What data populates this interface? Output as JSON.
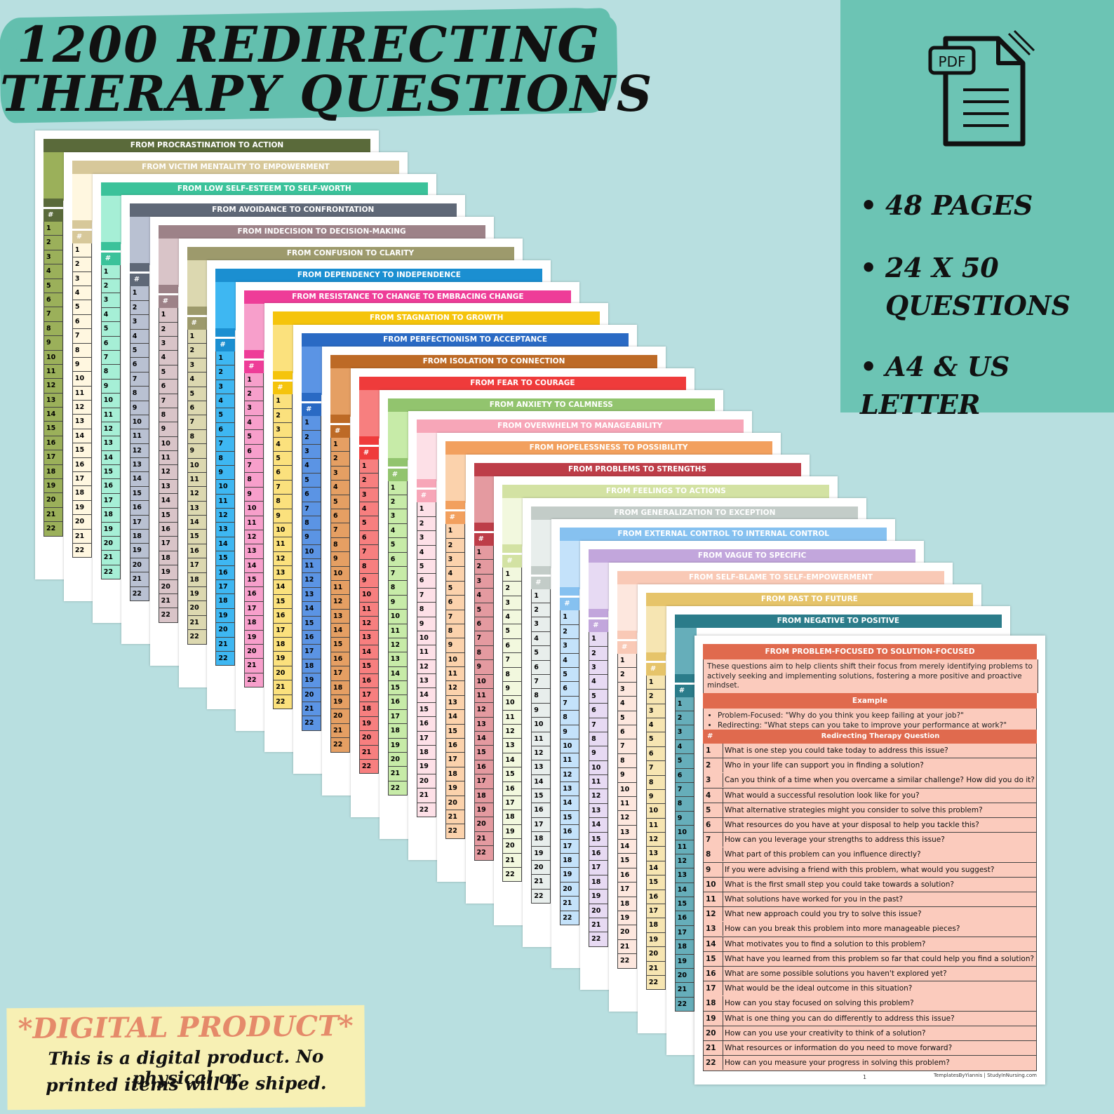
{
  "title": {
    "line1": "1200 REDIRECTING",
    "line2": "THERAPY QUESTIONS"
  },
  "info": {
    "icon": "pdf-document-icon",
    "icon_label": "PDF",
    "bullets": [
      "48 PAGES",
      "24 X 50",
      "QUESTIONS",
      "A4 & US LETTER"
    ]
  },
  "digital": {
    "title": "*DIGITAL PRODUCT*",
    "line1": "This is a digital product. No physical or",
    "line2": "printed items will be shiped."
  },
  "pages": [
    {
      "title": "FROM PROCRASTINATION TO ACTION",
      "color": "#5a6a3a",
      "light": "#9bb05a"
    },
    {
      "title": "FROM VICTIM MENTALITY TO EMPOWERMENT",
      "color": "#d7c89a",
      "light": "#fff7e0"
    },
    {
      "title": "FROM LOW SELF-ESTEEM TO SELF-WORTH",
      "color": "#3bc29a",
      "light": "#a6efd6"
    },
    {
      "title": "FROM AVOIDANCE TO CONFRONTATION",
      "color": "#5f6877",
      "light": "#b9c1d2"
    },
    {
      "title": "FROM INDECISION TO DECISION-MAKING",
      "color": "#9d8288",
      "light": "#d9c4c8"
    },
    {
      "title": "FROM CONFUSION TO CLARITY",
      "color": "#9d9a6c",
      "light": "#dcd8b0"
    },
    {
      "title": "FROM DEPENDENCY TO INDEPENDENCE",
      "color": "#1b8fd1",
      "light": "#3eb7f2"
    },
    {
      "title": "FROM RESISTANCE TO CHANGE TO EMBRACING CHANGE",
      "color": "#ee3d98",
      "light": "#f79fcb"
    },
    {
      "title": "FROM STAGNATION TO GROWTH",
      "color": "#f5c40c",
      "light": "#fbe17d"
    },
    {
      "title": "FROM PERFECTIONISM TO ACCEPTANCE",
      "color": "#2a6ac4",
      "light": "#5b94e4"
    },
    {
      "title": "FROM ISOLATION TO CONNECTION",
      "color": "#bd6a26",
      "light": "#e59f63"
    },
    {
      "title": "FROM FEAR TO COURAGE",
      "color": "#ef3b3b",
      "light": "#f77f7f"
    },
    {
      "title": "FROM ANXIETY TO CALMNESS",
      "color": "#92c46e",
      "light": "#c7eba8"
    },
    {
      "title": "FROM OVERWHELM TO MANAGEABILITY",
      "color": "#f7a6b8",
      "light": "#fde0e7"
    },
    {
      "title": "FROM HOPELESSNESS TO POSSIBILITY",
      "color": "#f2a05e",
      "light": "#fbd2ac"
    },
    {
      "title": "FROM PROBLEMS TO STRENGTHS",
      "color": "#bd3d48",
      "light": "#e49aa0"
    },
    {
      "title": "FROM FEELINGS TO ACTIONS",
      "color": "#d3e2a3",
      "light": "#f2f8de"
    },
    {
      "title": "FROM GENERALIZATION TO EXCEPTION",
      "color": "#c3ccc8",
      "light": "#e8eeec"
    },
    {
      "title": "FROM EXTERNAL CONTROL TO INTERNAL CONTROL",
      "color": "#86c1f0",
      "light": "#c4e2fa"
    },
    {
      "title": "FROM VAGUE TO SPECIFIC",
      "color": "#c2a6dc",
      "light": "#e7daf3"
    },
    {
      "title": "FROM SELF-BLAME TO SELF-EMPOWERMENT",
      "color": "#f9c9b6",
      "light": "#fde7de"
    },
    {
      "title": "FROM PAST TO FUTURE",
      "color": "#e6c46a",
      "light": "#f6e5b2"
    },
    {
      "title": "FROM NEGATIVE TO POSITIVE",
      "color": "#2b7c8a",
      "light": "#66aeba"
    }
  ],
  "front": {
    "title": "FROM PROBLEM-FOCUSED TO SOLUTION-FOCUSED",
    "description": "These questions aim to help clients shift their focus from merely identifying problems to actively seeking and implementing solutions, fostering a more positive and proactive mindset.",
    "example_label": "Example",
    "examples": [
      "Problem-Focused: \"Why do you think you keep failing at your job?\"",
      "Redirecting: \"What steps can you take to improve your performance at work?\""
    ],
    "col_num": "#",
    "col_question": "Redirecting Therapy Question",
    "questions": [
      "What is one step you could take today to address this issue?",
      "Who in your life can support you in finding a solution?",
      "Can you think of a time when you overcame a similar challenge? How did you do it?",
      "What would a successful resolution look like for you?",
      "What alternative strategies might you consider to solve this problem?",
      "What resources do you have at your disposal to help you tackle this?",
      "How can you leverage your strengths to address this issue?",
      "What part of this problem can you influence directly?",
      "If you were advising a friend with this problem, what would you suggest?",
      "What is the first small step you could take towards a solution?",
      "What solutions have worked for you in the past?",
      "What new approach could you try to solve this issue?",
      "How can you break this problem into more manageable pieces?",
      "What motivates you to find a solution to this problem?",
      "What have you learned from this problem so far that could help you find a solution?",
      "What are some possible solutions you haven't explored yet?",
      "What would be the ideal outcome in this situation?",
      "How can you stay focused on solving this problem?",
      "What is one thing you can do differently to address this issue?",
      "How can you use your creativity to think of a solution?",
      "What resources or information do you need to move forward?",
      "How can you measure your progress in solving this problem?"
    ],
    "page_number": "1",
    "credit": "TemplatesByYiannis | StudyInNursing.com"
  }
}
